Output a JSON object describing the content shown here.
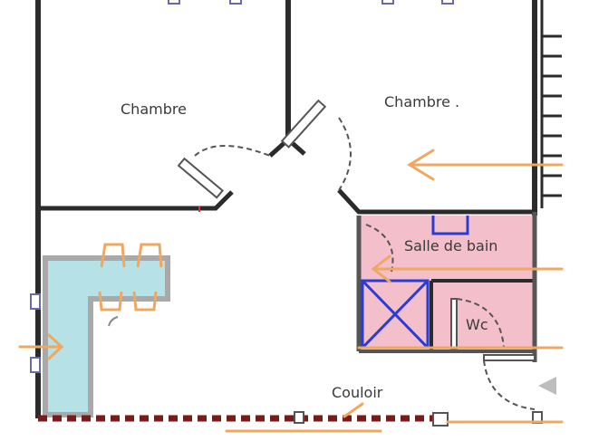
{
  "rooms": {
    "chambre_left": "Chambre",
    "chambre_right": "Chambre .",
    "salle_de_bain": "Salle de bain",
    "wc": "Wc",
    "couloir": "Couloir"
  },
  "colors": {
    "wall": "#2b2b2b",
    "bathroom_fill": "#f3bfca",
    "kitchen_fill": "#b5e1e7",
    "counter_outline": "#a9a9a9",
    "arrow": "#f0a860",
    "shower_cross": "#2a3bd6",
    "dashed_beam": "#7a1a1a"
  }
}
